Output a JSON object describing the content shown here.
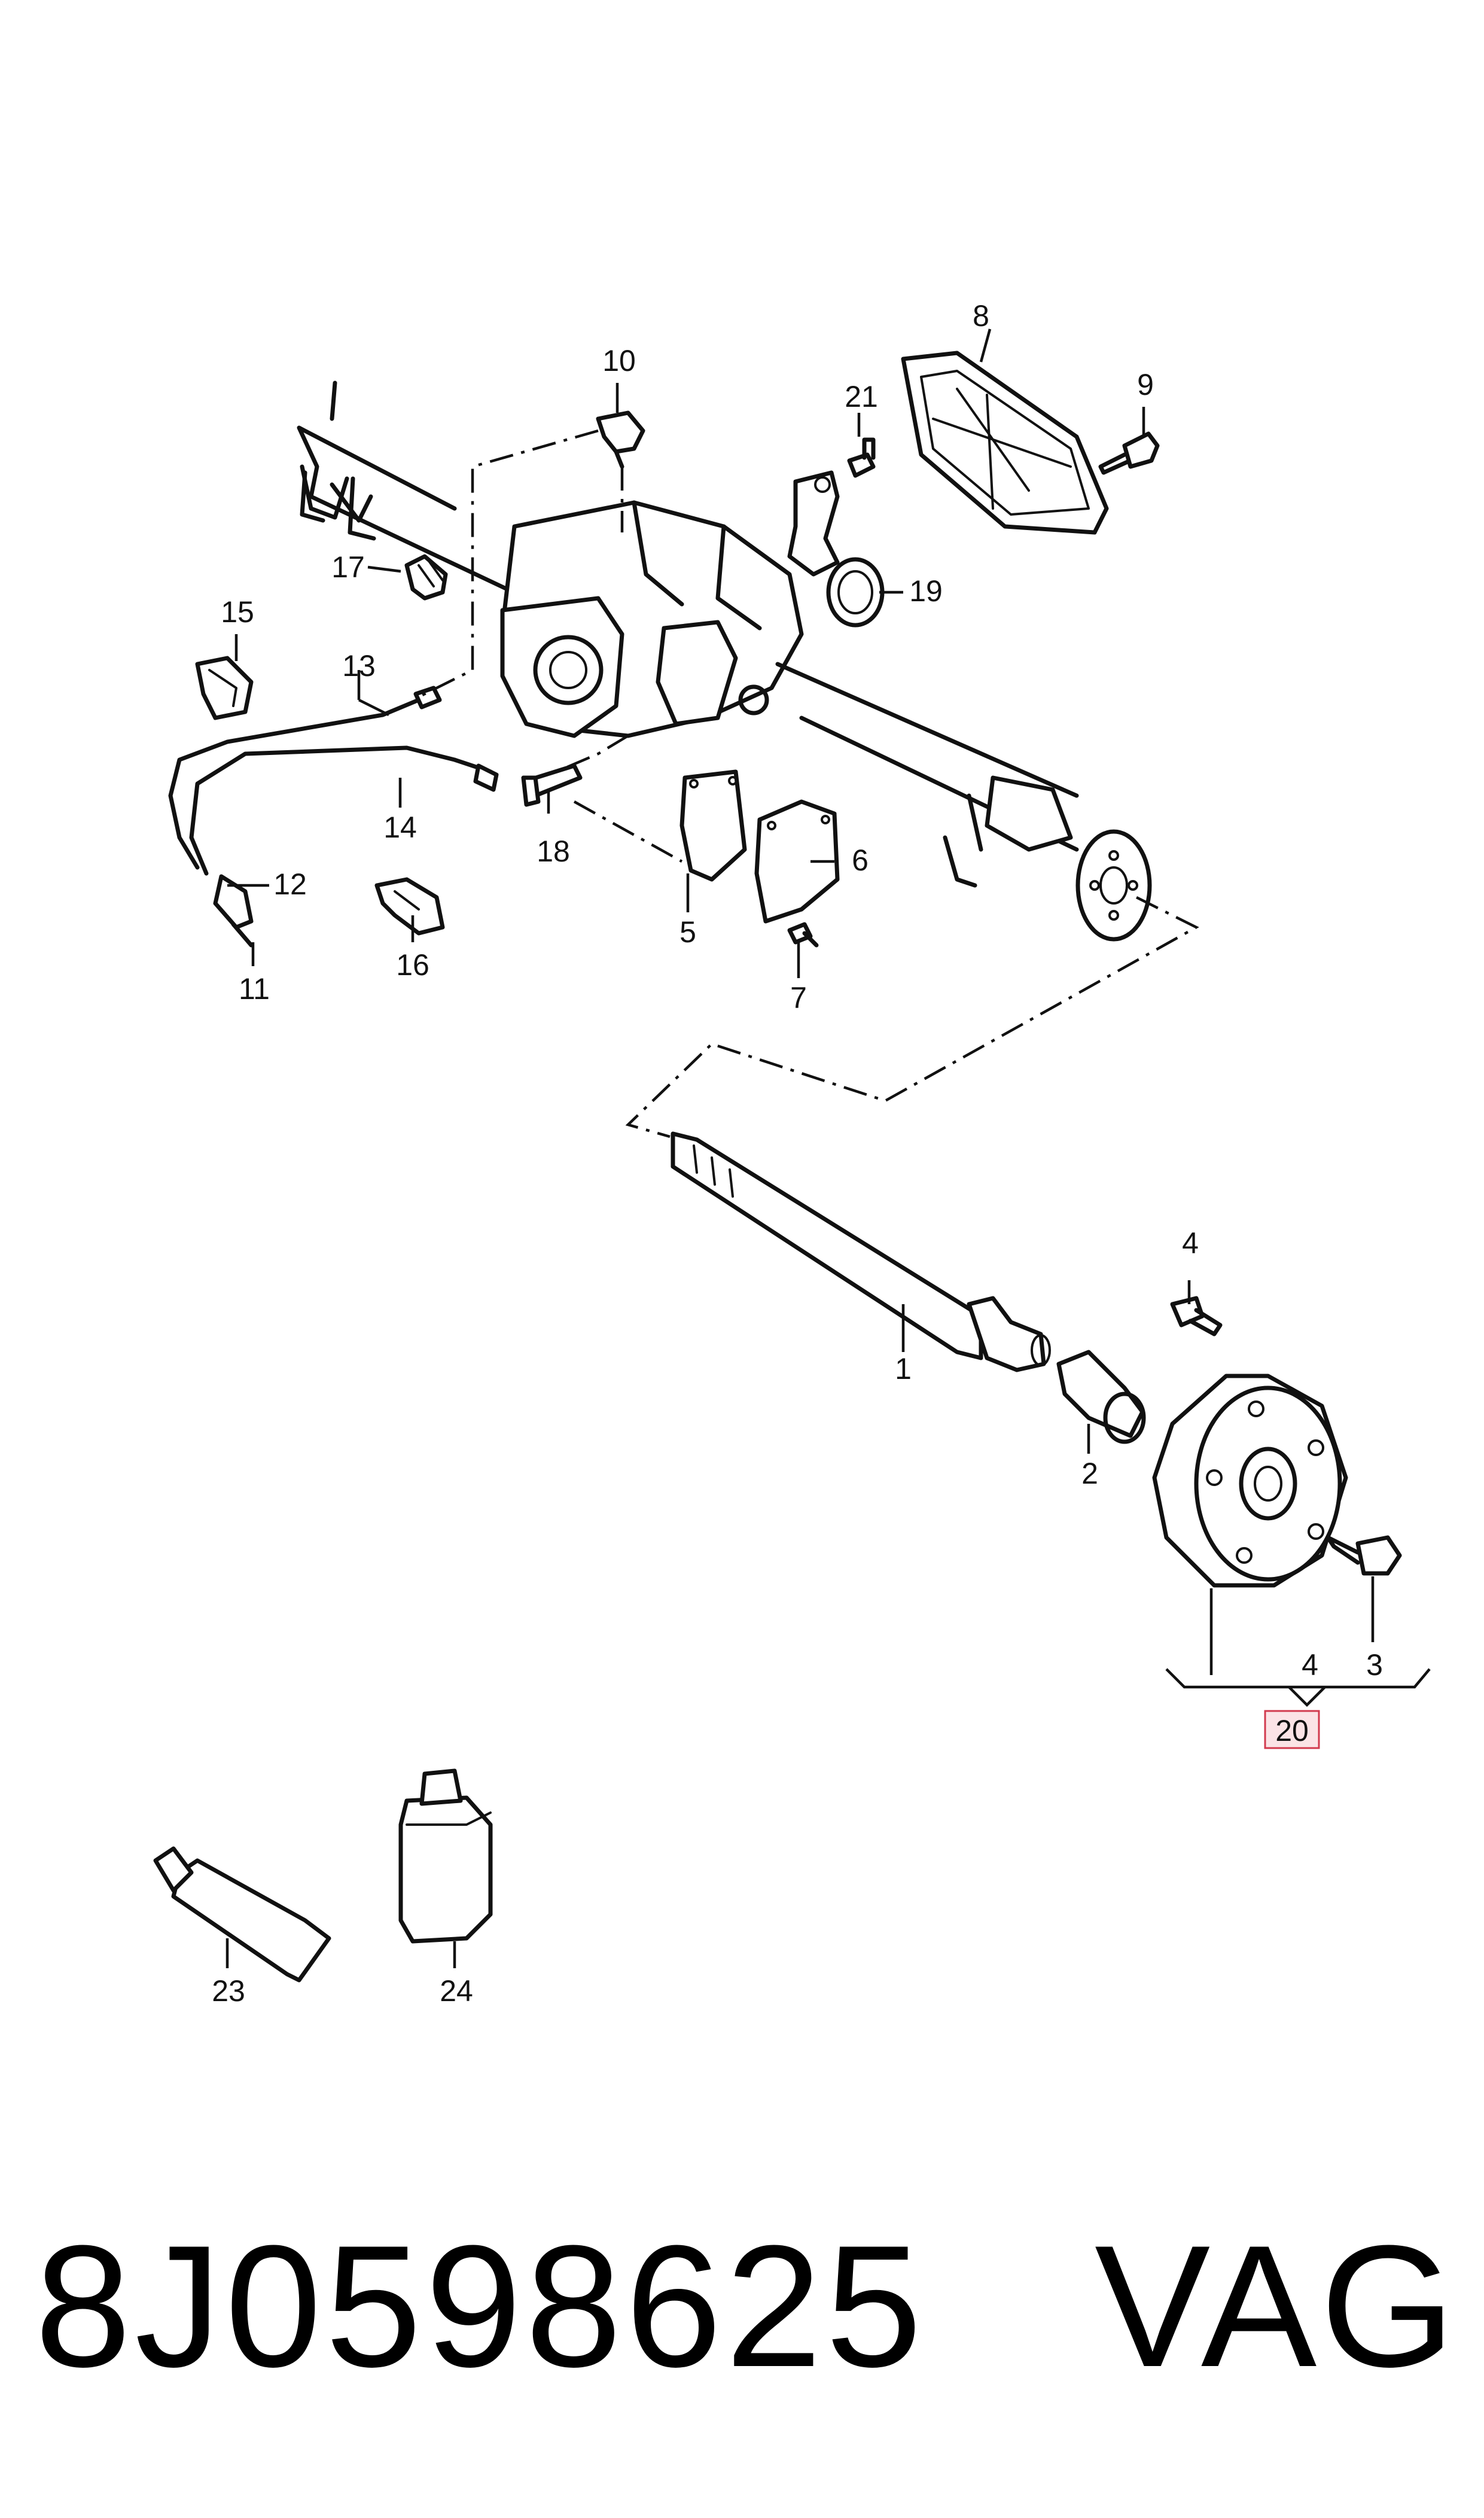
{
  "callouts": {
    "c1": "1",
    "c2": "2",
    "c3": "3",
    "c4a": "4",
    "c4b": "4",
    "c5": "5",
    "c6": "6",
    "c7": "7",
    "c8": "8",
    "c9": "9",
    "c10": "10",
    "c11": "11",
    "c12": "12",
    "c13": "13",
    "c14": "14",
    "c15": "15",
    "c16": "16",
    "c17": "17",
    "c18": "18",
    "c19": "19",
    "c20": "20",
    "c21": "21",
    "c23": "23",
    "c24": "24"
  },
  "colors": {
    "line": "#111111",
    "highlight_fill": "#fbe3e6",
    "highlight_border": "#d23a4e"
  },
  "footer": {
    "part_number": "8J0598625",
    "brand": "VAG"
  }
}
